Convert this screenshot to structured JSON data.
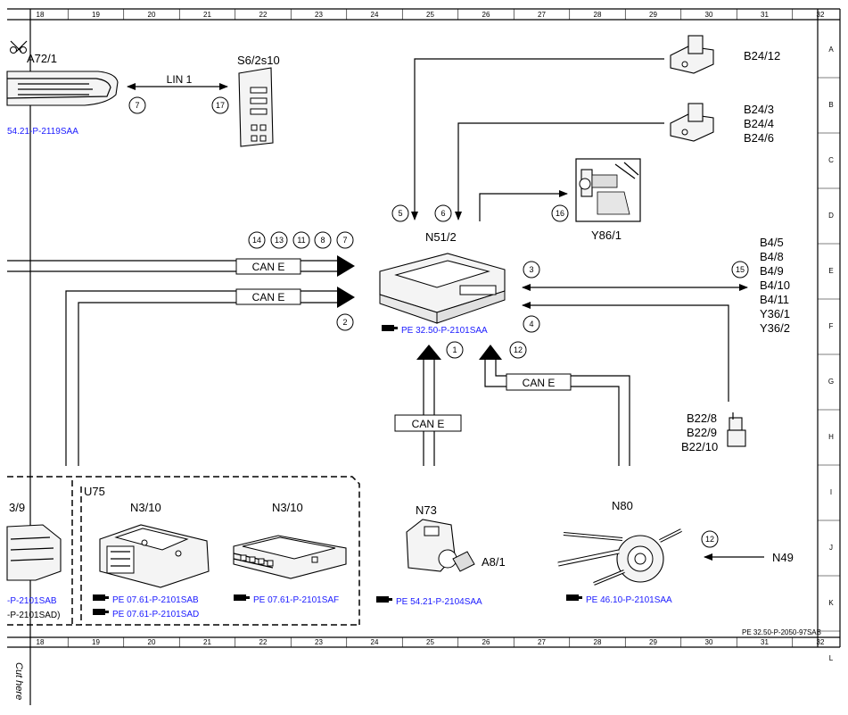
{
  "grid": {
    "columns": [
      "18",
      "19",
      "20",
      "21",
      "22",
      "23",
      "24",
      "25",
      "26",
      "27",
      "28",
      "29",
      "30",
      "31",
      "32"
    ],
    "rows": [
      "A",
      "B",
      "C",
      "D",
      "E",
      "F",
      "G",
      "H",
      "I",
      "J",
      "K",
      "L"
    ]
  },
  "components": {
    "a72": "A72/1",
    "s6": "S6/2s10",
    "b24_12": "B24/12",
    "b24_group": [
      "B24/3",
      "B24/4",
      "B24/6"
    ],
    "y86": "Y86/1",
    "n51": "N51/2",
    "b4_group": [
      "B4/5",
      "B4/8",
      "B4/9",
      "B4/10",
      "B4/11",
      "Y36/1",
      "Y36/2"
    ],
    "b22_group": [
      "B22/8",
      "B22/9",
      "B22/10"
    ],
    "n73": "N73",
    "a8": "A8/1",
    "n80": "N80",
    "n49": "N49",
    "u75": "U75",
    "n3_10_a": "N3/10",
    "n3_10_b": "N3/10",
    "left_partial": "3/9"
  },
  "bus_labels": {
    "lin": "LIN 1",
    "can_top": "CAN E",
    "can_mid": "CAN E",
    "can_bottom": "CAN E",
    "can_right": "CAN E"
  },
  "connection_numbers": {
    "c7": "7",
    "c17": "17",
    "c5": "5",
    "c6": "6",
    "c16": "16",
    "c14": "14",
    "c13": "13",
    "c11": "11",
    "c8": "8",
    "c7b": "7",
    "c3": "3",
    "c15": "15",
    "c2": "2",
    "c4": "4",
    "c1": "1",
    "c12": "12",
    "c12b": "12"
  },
  "references": {
    "ref_a72": "54.21-P-2119SAA",
    "ref_n51": "PE 32.50-P-2101SAA",
    "ref_left1": "-P-2101SAB",
    "ref_left2": "-P-2101SAD)",
    "ref_n3a_1": "PE 07.61-P-2101SAB",
    "ref_n3a_2": "PE 07.61-P-2101SAD",
    "ref_n3b": "PE 07.61-P-2101SAF",
    "ref_n73": "PE 54.21-P-2104SAA",
    "ref_n80": "PE 46.10-P-2101SAA"
  },
  "footer": {
    "doc_id": "PE 32.50-P-2050-97SAB",
    "cut_here": "Cut here"
  },
  "colors": {
    "reference_text": "#1a1aff",
    "lines": "#000000"
  }
}
